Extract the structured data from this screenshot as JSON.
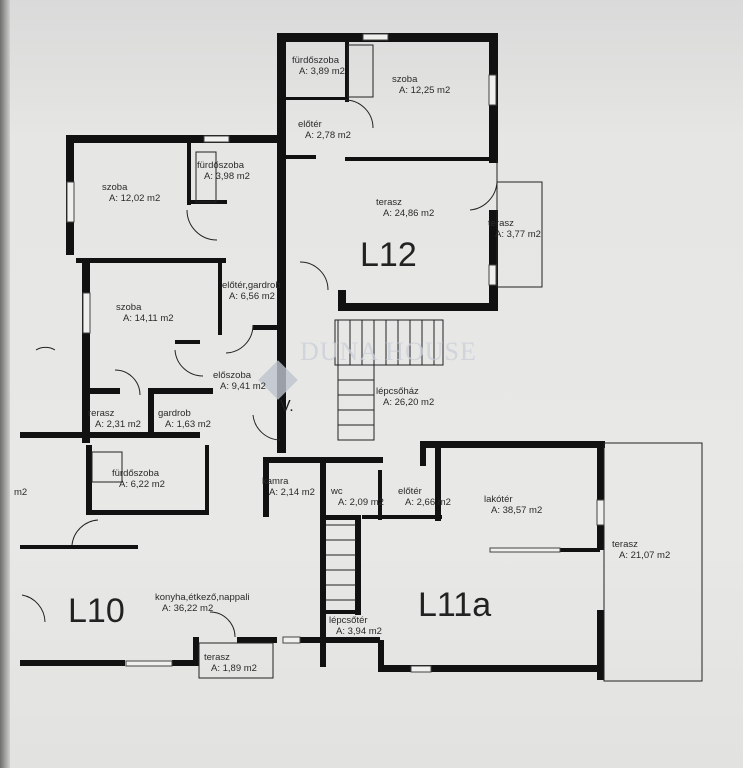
{
  "units": {
    "L12": "L12",
    "L10": "L10",
    "L11a": "L11a",
    "V": "V."
  },
  "watermark": "DUNA HOUSE",
  "rooms": [
    {
      "name": "fürdőszoba",
      "area": "A: 3,89 m2"
    },
    {
      "name": "szoba",
      "area": "A: 12,25 m2"
    },
    {
      "name": "előtér",
      "area": "A: 2,78 m2"
    },
    {
      "name": "fürdőszoba",
      "area": "A: 3,98 m2"
    },
    {
      "name": "szoba",
      "area": "A: 12,02 m2"
    },
    {
      "name": "terasz",
      "area": "A: 24,86 m2"
    },
    {
      "name": "terasz",
      "area": "A: 3,77 m2"
    },
    {
      "name": "előtér,gardrob",
      "area": "A: 6,56 m2"
    },
    {
      "name": "szoba",
      "area": "A: 14,11 m2"
    },
    {
      "name": "előszoba",
      "area": "A: 9,41 m2"
    },
    {
      "name": "lépcsőház",
      "area": "A: 26,20 m2"
    },
    {
      "name": "rerasz",
      "area": "A: 2,31 m2"
    },
    {
      "name": "gardrob",
      "area": "A: 1,63 m2"
    },
    {
      "name": "fürdőszoba",
      "area": "A: 6,22 m2"
    },
    {
      "name": "kamra",
      "area": "A: 2,14 m2"
    },
    {
      "name": "wc",
      "area": "A: 2,09 m2"
    },
    {
      "name": "előtér",
      "area": "A: 2,66 m2"
    },
    {
      "name": "lakótér",
      "area": "A: 38,57 m2"
    },
    {
      "name": "terasz",
      "area": "A: 21,07 m2"
    },
    {
      "name": "konyha,étkező,nappali",
      "area": "A: 36,22 m2"
    },
    {
      "name": "lépcsőtér",
      "area": "A: 3,94 m2"
    },
    {
      "name": "terasz",
      "area": "A: 1,89 m2"
    }
  ],
  "partial_label": "m2"
}
